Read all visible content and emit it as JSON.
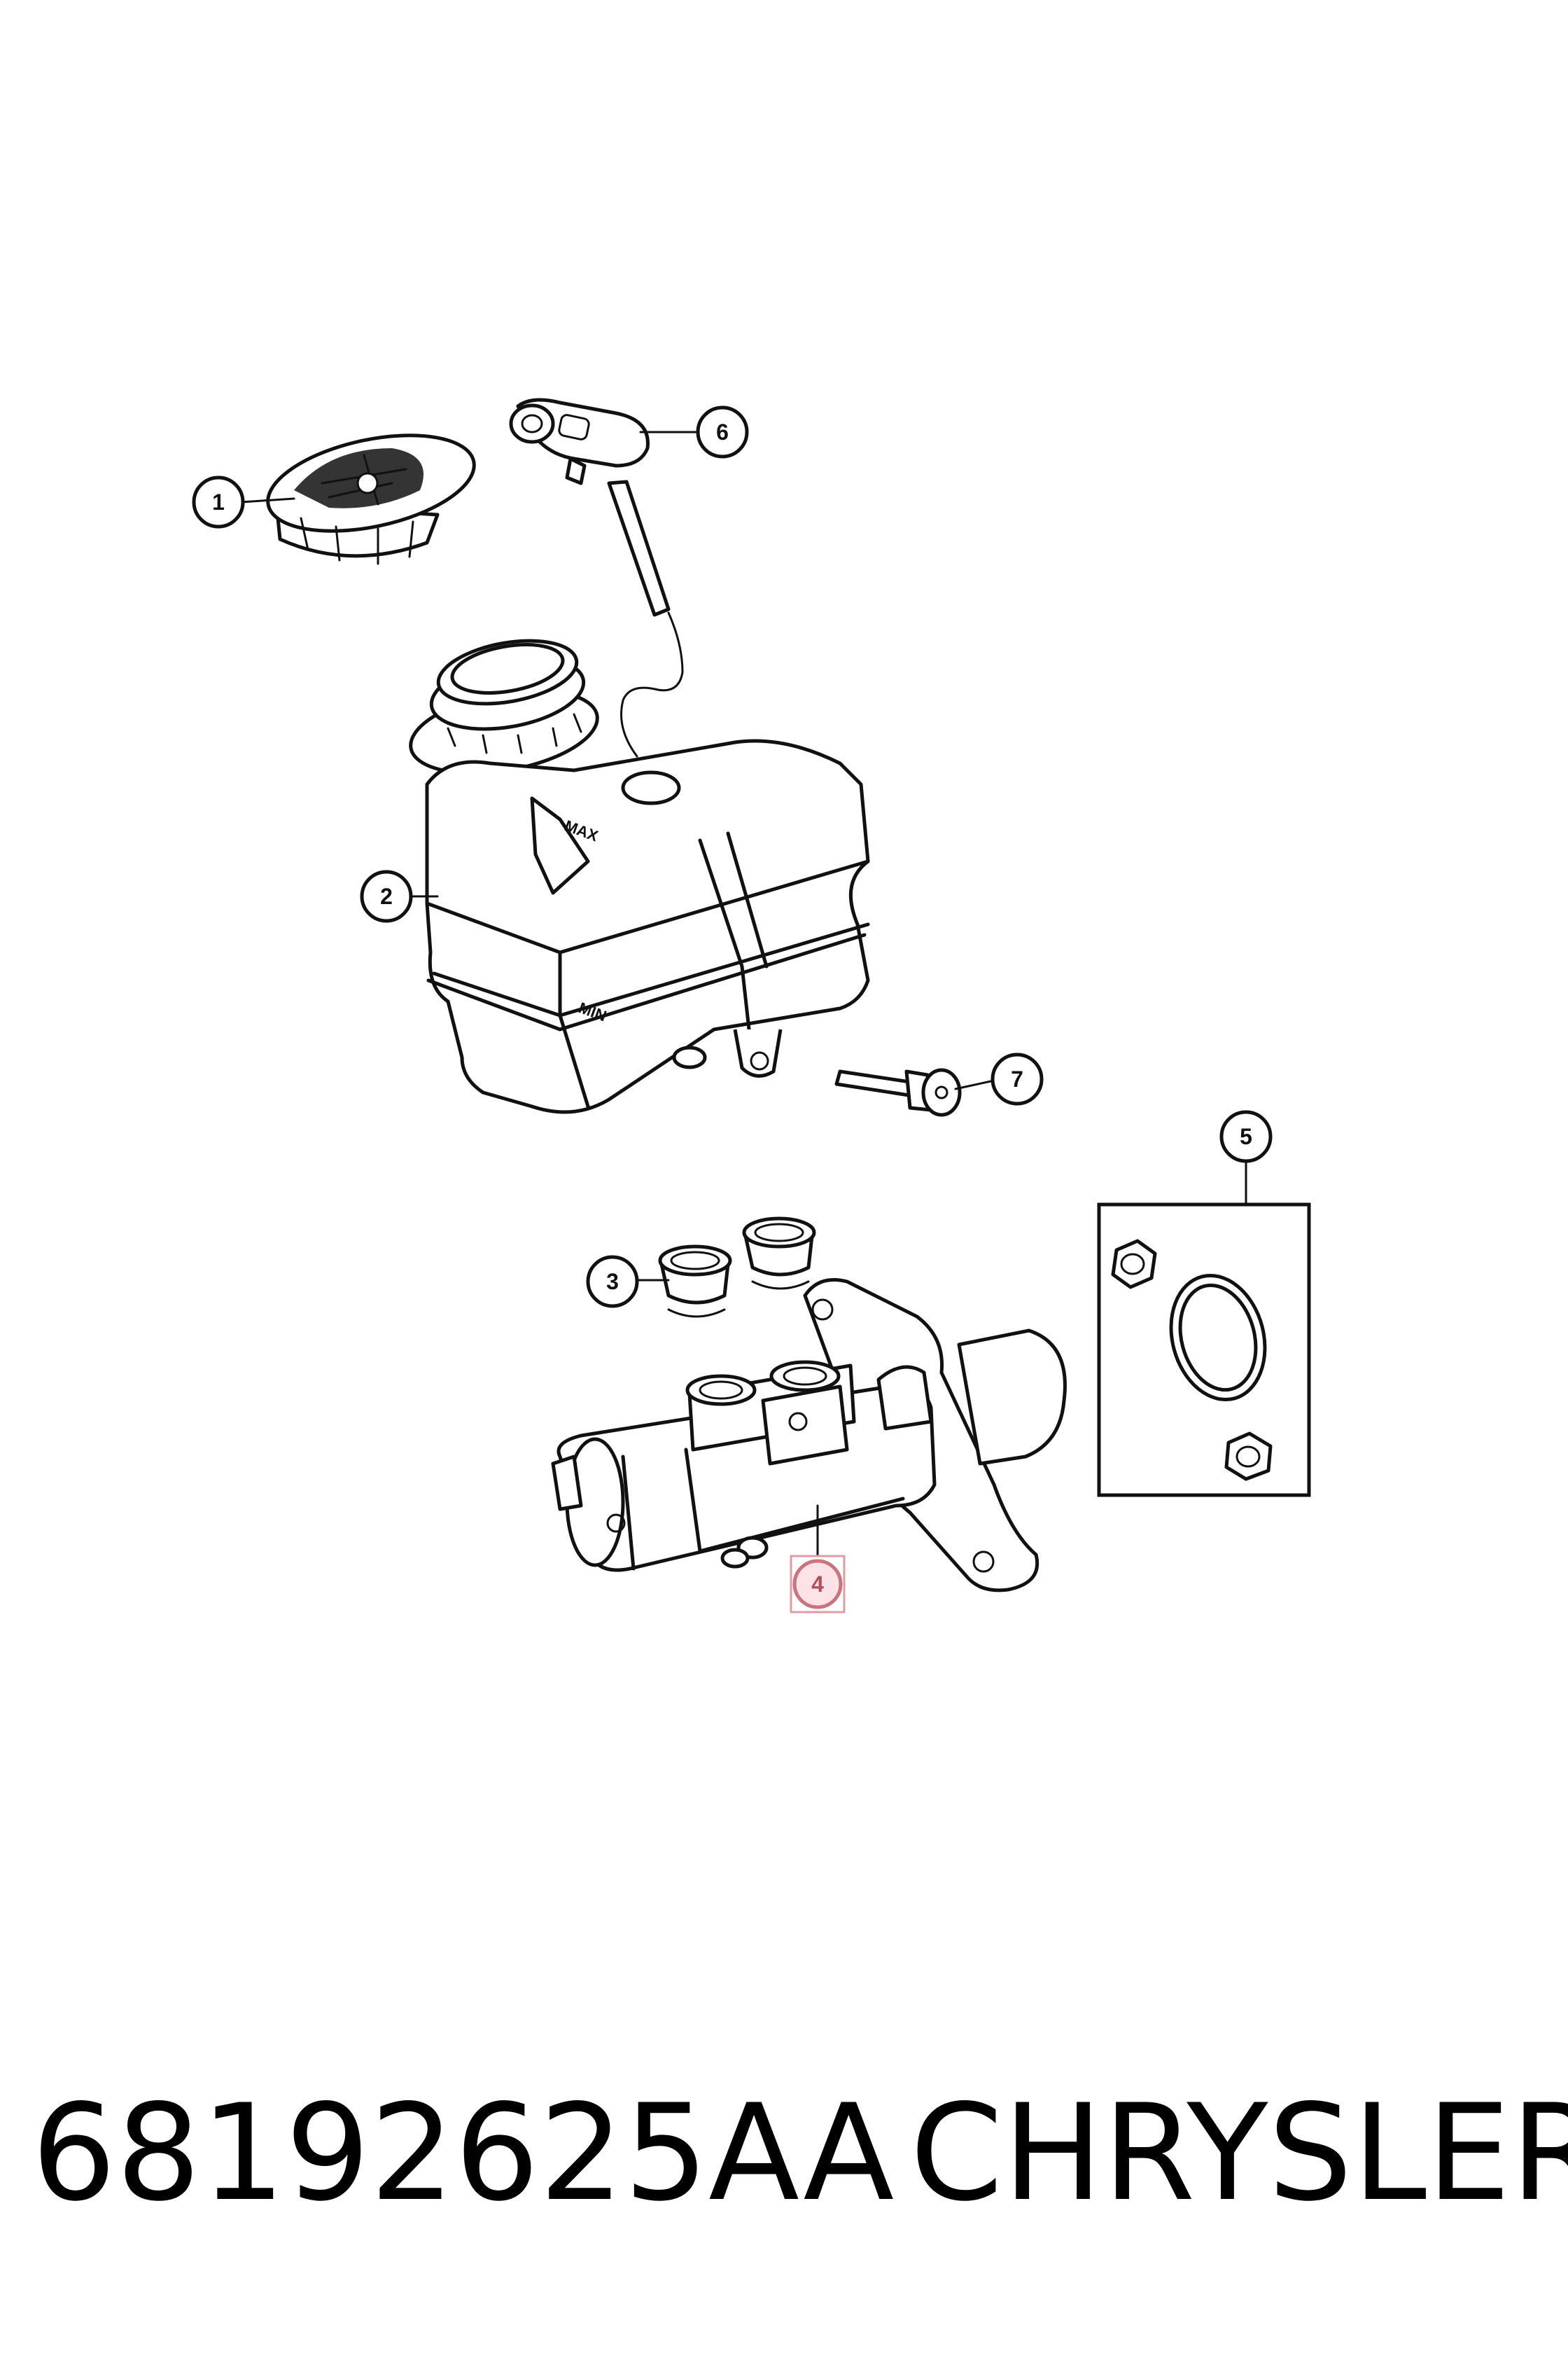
{
  "caption": {
    "part_number": "68192625AA",
    "brand": "CHRYSLER"
  },
  "callouts": [
    {
      "id": "1",
      "label": "1",
      "part": "reservoir-cap"
    },
    {
      "id": "2",
      "label": "2",
      "part": "fluid-reservoir"
    },
    {
      "id": "3",
      "label": "3",
      "part": "reservoir-grommets"
    },
    {
      "id": "4",
      "label": "4",
      "part": "master-cylinder",
      "highlighted": true
    },
    {
      "id": "5",
      "label": "5",
      "part": "hardware-kit"
    },
    {
      "id": "6",
      "label": "6",
      "part": "fluid-level-sensor"
    },
    {
      "id": "7",
      "label": "7",
      "part": "retaining-pin"
    }
  ],
  "reservoir_markings": {
    "max": "MAX",
    "min": "MIN"
  },
  "highlight_color": "#fde3e6"
}
